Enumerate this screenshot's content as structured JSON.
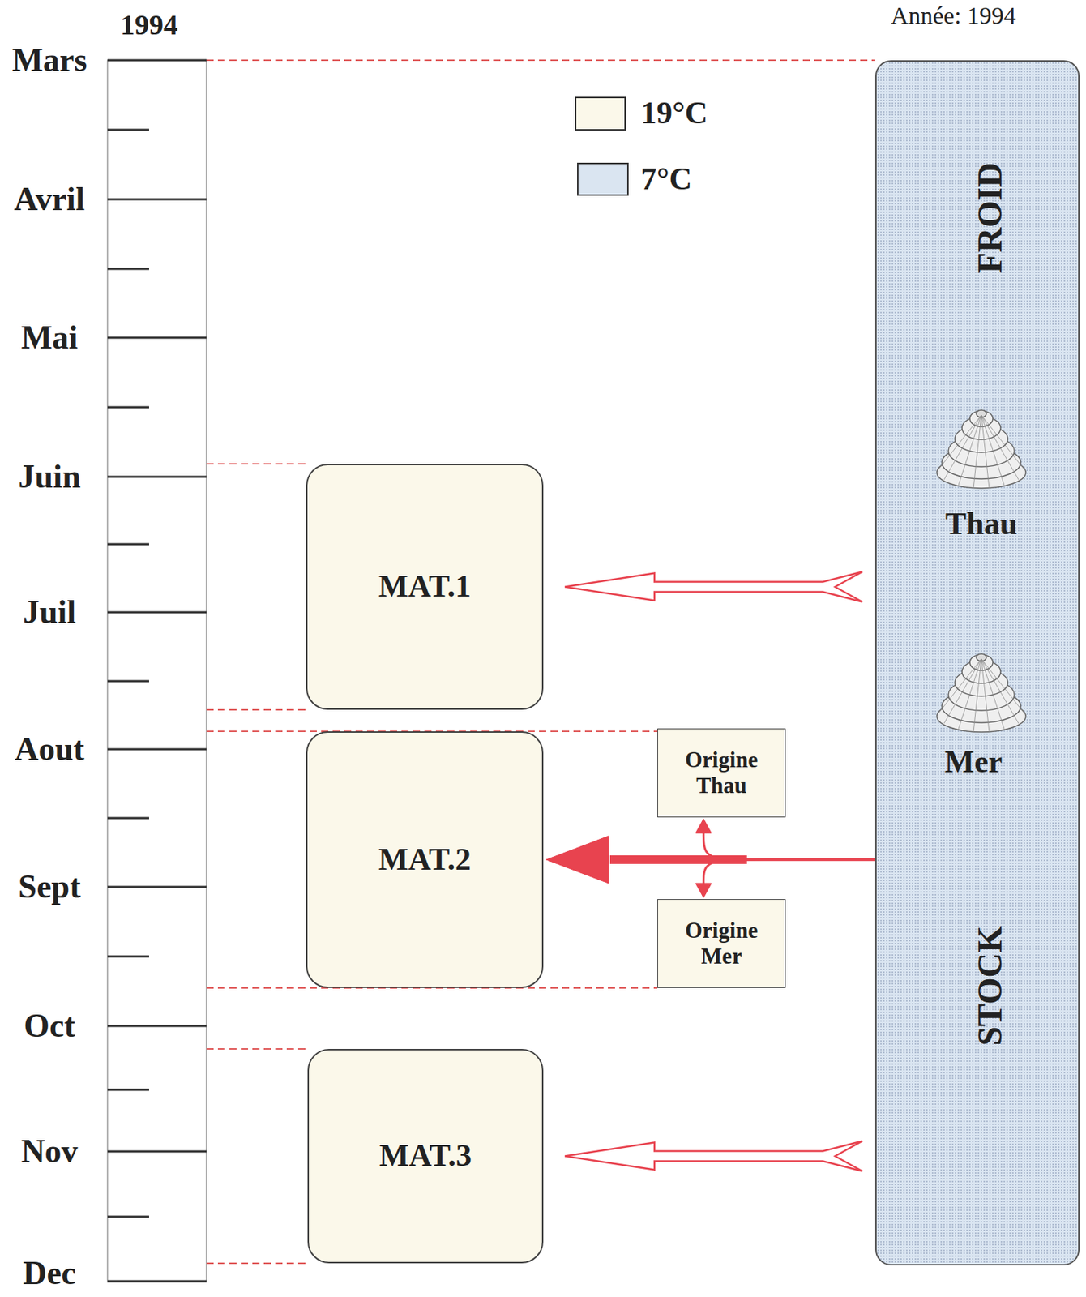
{
  "diagram": {
    "nodes": [
      {
        "text": [
          "FROID",
          "Thau",
          "Mer",
          "STOCK"
        ]
      },
      {
        "text": [
          "MAT.1"
        ]
      },
      {
        "text": [
          "MAT.2"
        ]
      },
      {
        "text": [
          "Origine Thau"
        ]
      },
      {
        "text": [
          "Origine Mer"
        ]
      },
      {
        "text": [
          "MAT.3"
        ]
      }
    ],
    "edges": [
      {
        "from": 0,
        "to": 1,
        "arrow": "to"
      },
      {
        "from": 0,
        "to": 2,
        "arrow": "to"
      },
      {
        "from": 0,
        "to": 3,
        "arrow": "to"
      },
      {
        "from": 0,
        "to": 4,
        "arrow": "to"
      },
      {
        "from": 0,
        "to": 5,
        "arrow": "to"
      }
    ],
    "labels": [
      "Année: 1994",
      "1994",
      "Mars",
      "Avril",
      "Mai",
      "Juin",
      "Juil",
      "Aout",
      "Sept",
      "Oct",
      "Nov",
      "Dec"
    ],
    "legend": [
      {
        "text": "19°C",
        "color": "#fbf8ea"
      },
      {
        "text": "7°C",
        "color": "#dae5f1"
      }
    ]
  }
}
